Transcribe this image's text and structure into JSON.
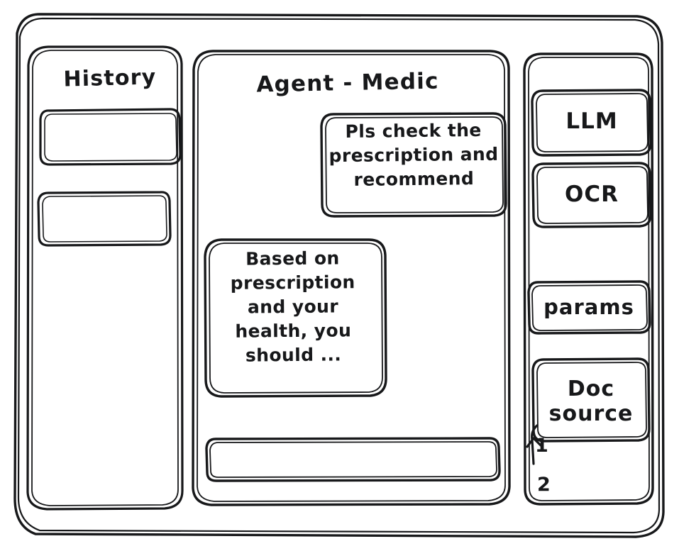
{
  "app": {
    "frame_label": "app-window"
  },
  "history": {
    "title": "History",
    "items": [
      {
        "label": ""
      },
      {
        "label": ""
      }
    ]
  },
  "agent": {
    "title": "Agent - Medic",
    "messages": [
      {
        "role": "user",
        "text": "Pls check the prescription and recommend"
      },
      {
        "role": "assistant",
        "text": "Based on prescription and your health, you should ..."
      }
    ],
    "composer": {
      "value": "",
      "placeholder": ""
    }
  },
  "tools": {
    "buttons": [
      {
        "label": "LLM"
      },
      {
        "label": "OCR"
      },
      {
        "label": "params"
      }
    ],
    "doc_source": {
      "label": "Doc source",
      "entries": [
        {
          "label": "1"
        },
        {
          "label": "2"
        }
      ]
    }
  },
  "style": {
    "ink": "#17181a",
    "paper": "#ffffff"
  }
}
